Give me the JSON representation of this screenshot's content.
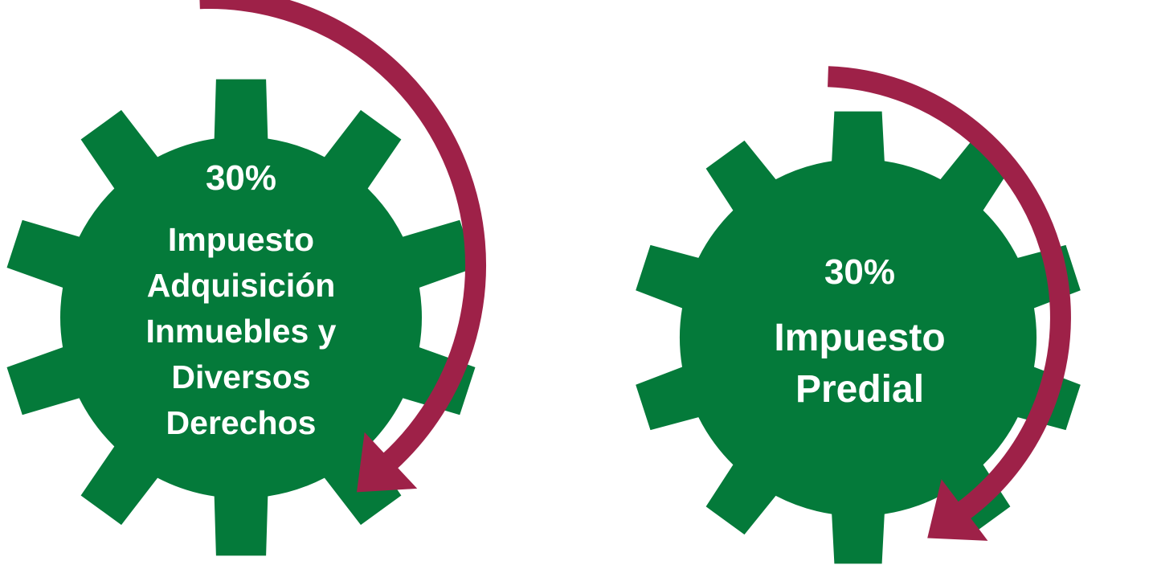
{
  "colors": {
    "gear": "#047a3a",
    "arrow": "#9e2148",
    "text": "#ffffff",
    "background": "#ffffff"
  },
  "gears": [
    {
      "percent": "30%",
      "lines": [
        "Impuesto",
        "Adquisición",
        "Inmuebles y",
        "Diversos",
        "Derechos"
      ]
    },
    {
      "percent": "30%",
      "lines": [
        "Impuesto",
        "Predial"
      ]
    }
  ]
}
